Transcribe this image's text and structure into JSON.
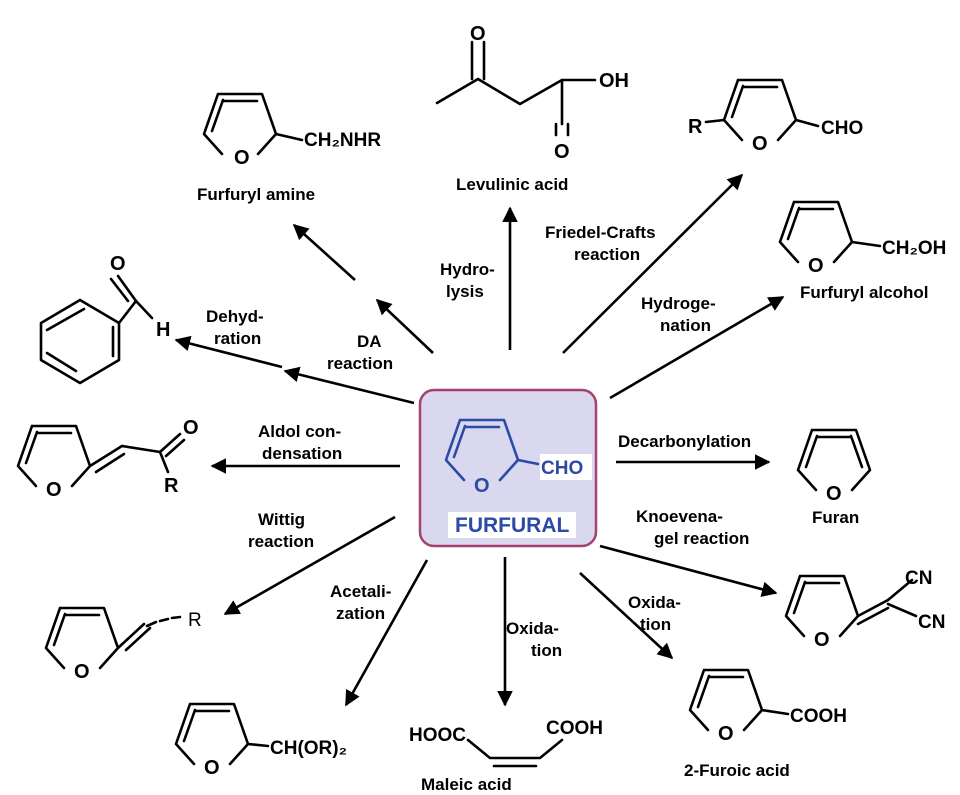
{
  "center": {
    "name": "FURFURAL",
    "group": "CHO",
    "ring_atom": "O",
    "colors": {
      "box_fill": "#d9d8ee",
      "box_border": "#a3426e",
      "accent": "#2c4aa6"
    }
  },
  "reactions": [
    {
      "id": "hydrolysis",
      "line1": "Hydro-",
      "line2": "lysis"
    },
    {
      "id": "friedel-crafts",
      "line1": "Friedel-Crafts",
      "line2": "reaction"
    },
    {
      "id": "hydrogenation",
      "line1": "Hydroge-",
      "line2": "nation"
    },
    {
      "id": "decarbonylation",
      "line1": "Decarbonylation"
    },
    {
      "id": "knoevenagel",
      "line1": "Knoevena-",
      "line2": "gel reaction"
    },
    {
      "id": "oxidation-right",
      "line1": "Oxida-",
      "line2": "tion"
    },
    {
      "id": "oxidation-down",
      "line1": "Oxida-",
      "line2": "tion"
    },
    {
      "id": "acetalization",
      "line1": "Acetali-",
      "line2": "zation"
    },
    {
      "id": "wittig",
      "line1": "Wittig",
      "line2": "reaction"
    },
    {
      "id": "aldol",
      "line1": "Aldol con-",
      "line2": "densation"
    },
    {
      "id": "dehydration",
      "line1": "Dehyd-",
      "line2": "ration"
    },
    {
      "id": "da",
      "line1": "DA",
      "line2": "reaction"
    }
  ],
  "products": {
    "levulinic_acid": "Levulinic acid",
    "furfuryl_amine": "Furfuryl amine",
    "furfuryl_alcohol": "Furfuryl alcohol",
    "furan": "Furan",
    "furoic_acid": "2-Furoic acid",
    "maleic_acid": "Maleic acid"
  },
  "groups": {
    "ch2nhr": "CH₂NHR",
    "oh": "OH",
    "o": "O",
    "r": "R",
    "cho": "CHO",
    "ch2oh": "CH₂OH",
    "h": "H",
    "cn": "CN",
    "cooh": "COOH",
    "hooc": "HOOC",
    "ch_or2": "CH(OR)₂"
  },
  "icons": [
    "furan-ring-icon",
    "benzene-ring-icon",
    "reaction-arrow-icon"
  ]
}
